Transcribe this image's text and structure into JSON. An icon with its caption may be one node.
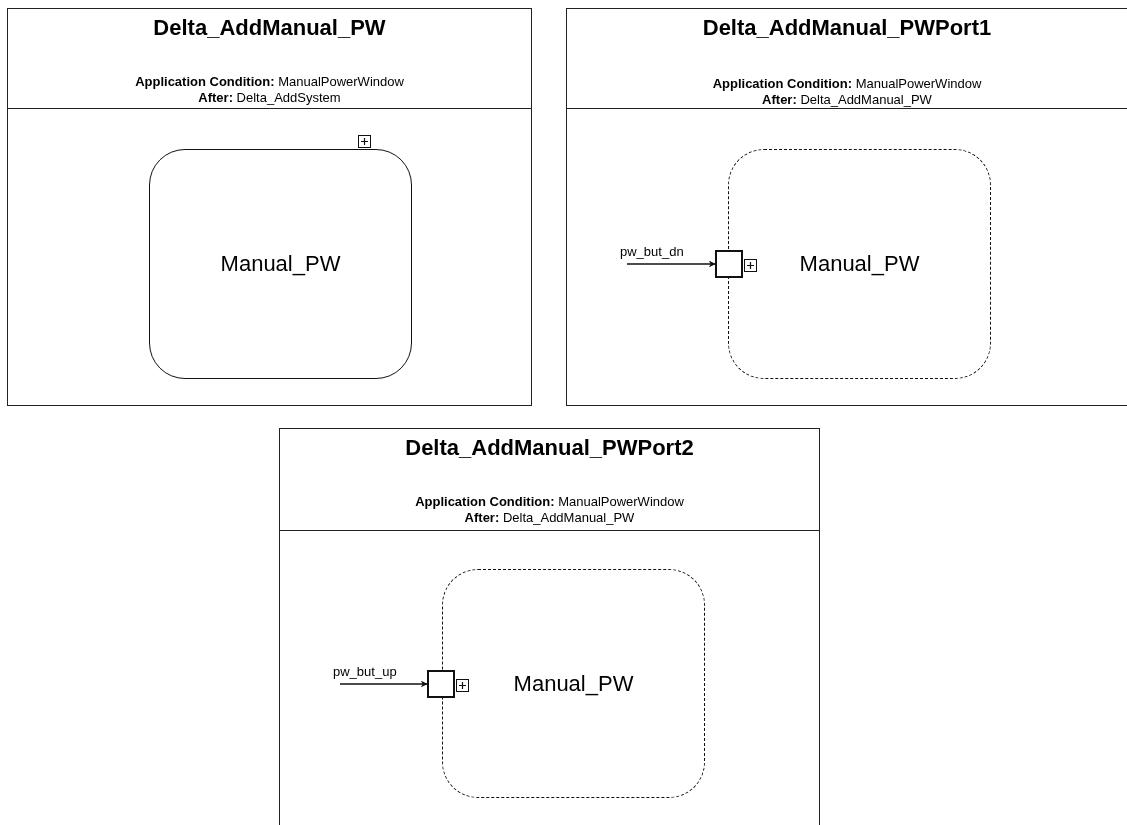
{
  "diagram": {
    "nodes": [
      {
        "text": [
          "Delta_AddManual_PW",
          "**Application Condition:** ManualPowerWindow",
          "**After:** Delta_AddSystem"
        ]
      },
      {
        "text": [
          "Manual_PW"
        ],
        "in": 0
      },
      {
        "text": [
          "Delta_AddManual_PWPort1",
          "**Application Condition:** ManualPowerWindow",
          "**After:** Delta_AddManual_PW"
        ]
      },
      {
        "text": [
          "Manual_PW"
        ],
        "in": 2
      },
      {
        "text": [],
        "shape": "box",
        "in": 2
      },
      {
        "text": [
          "Delta_AddManual_PWPort2",
          "**Application Condition:** ManualPowerWindow",
          "**After:** Delta_AddManual_PW"
        ]
      },
      {
        "text": [
          "Manual_PW"
        ],
        "in": 5
      },
      {
        "text": [],
        "shape": "box",
        "in": 5
      }
    ],
    "edges": [
      {
        "from": null,
        "to": 4,
        "arrow": "to",
        "label": "pw_but_dn"
      },
      {
        "from": null,
        "to": 7,
        "arrow": "to",
        "label": "pw_but_up"
      }
    ]
  }
}
